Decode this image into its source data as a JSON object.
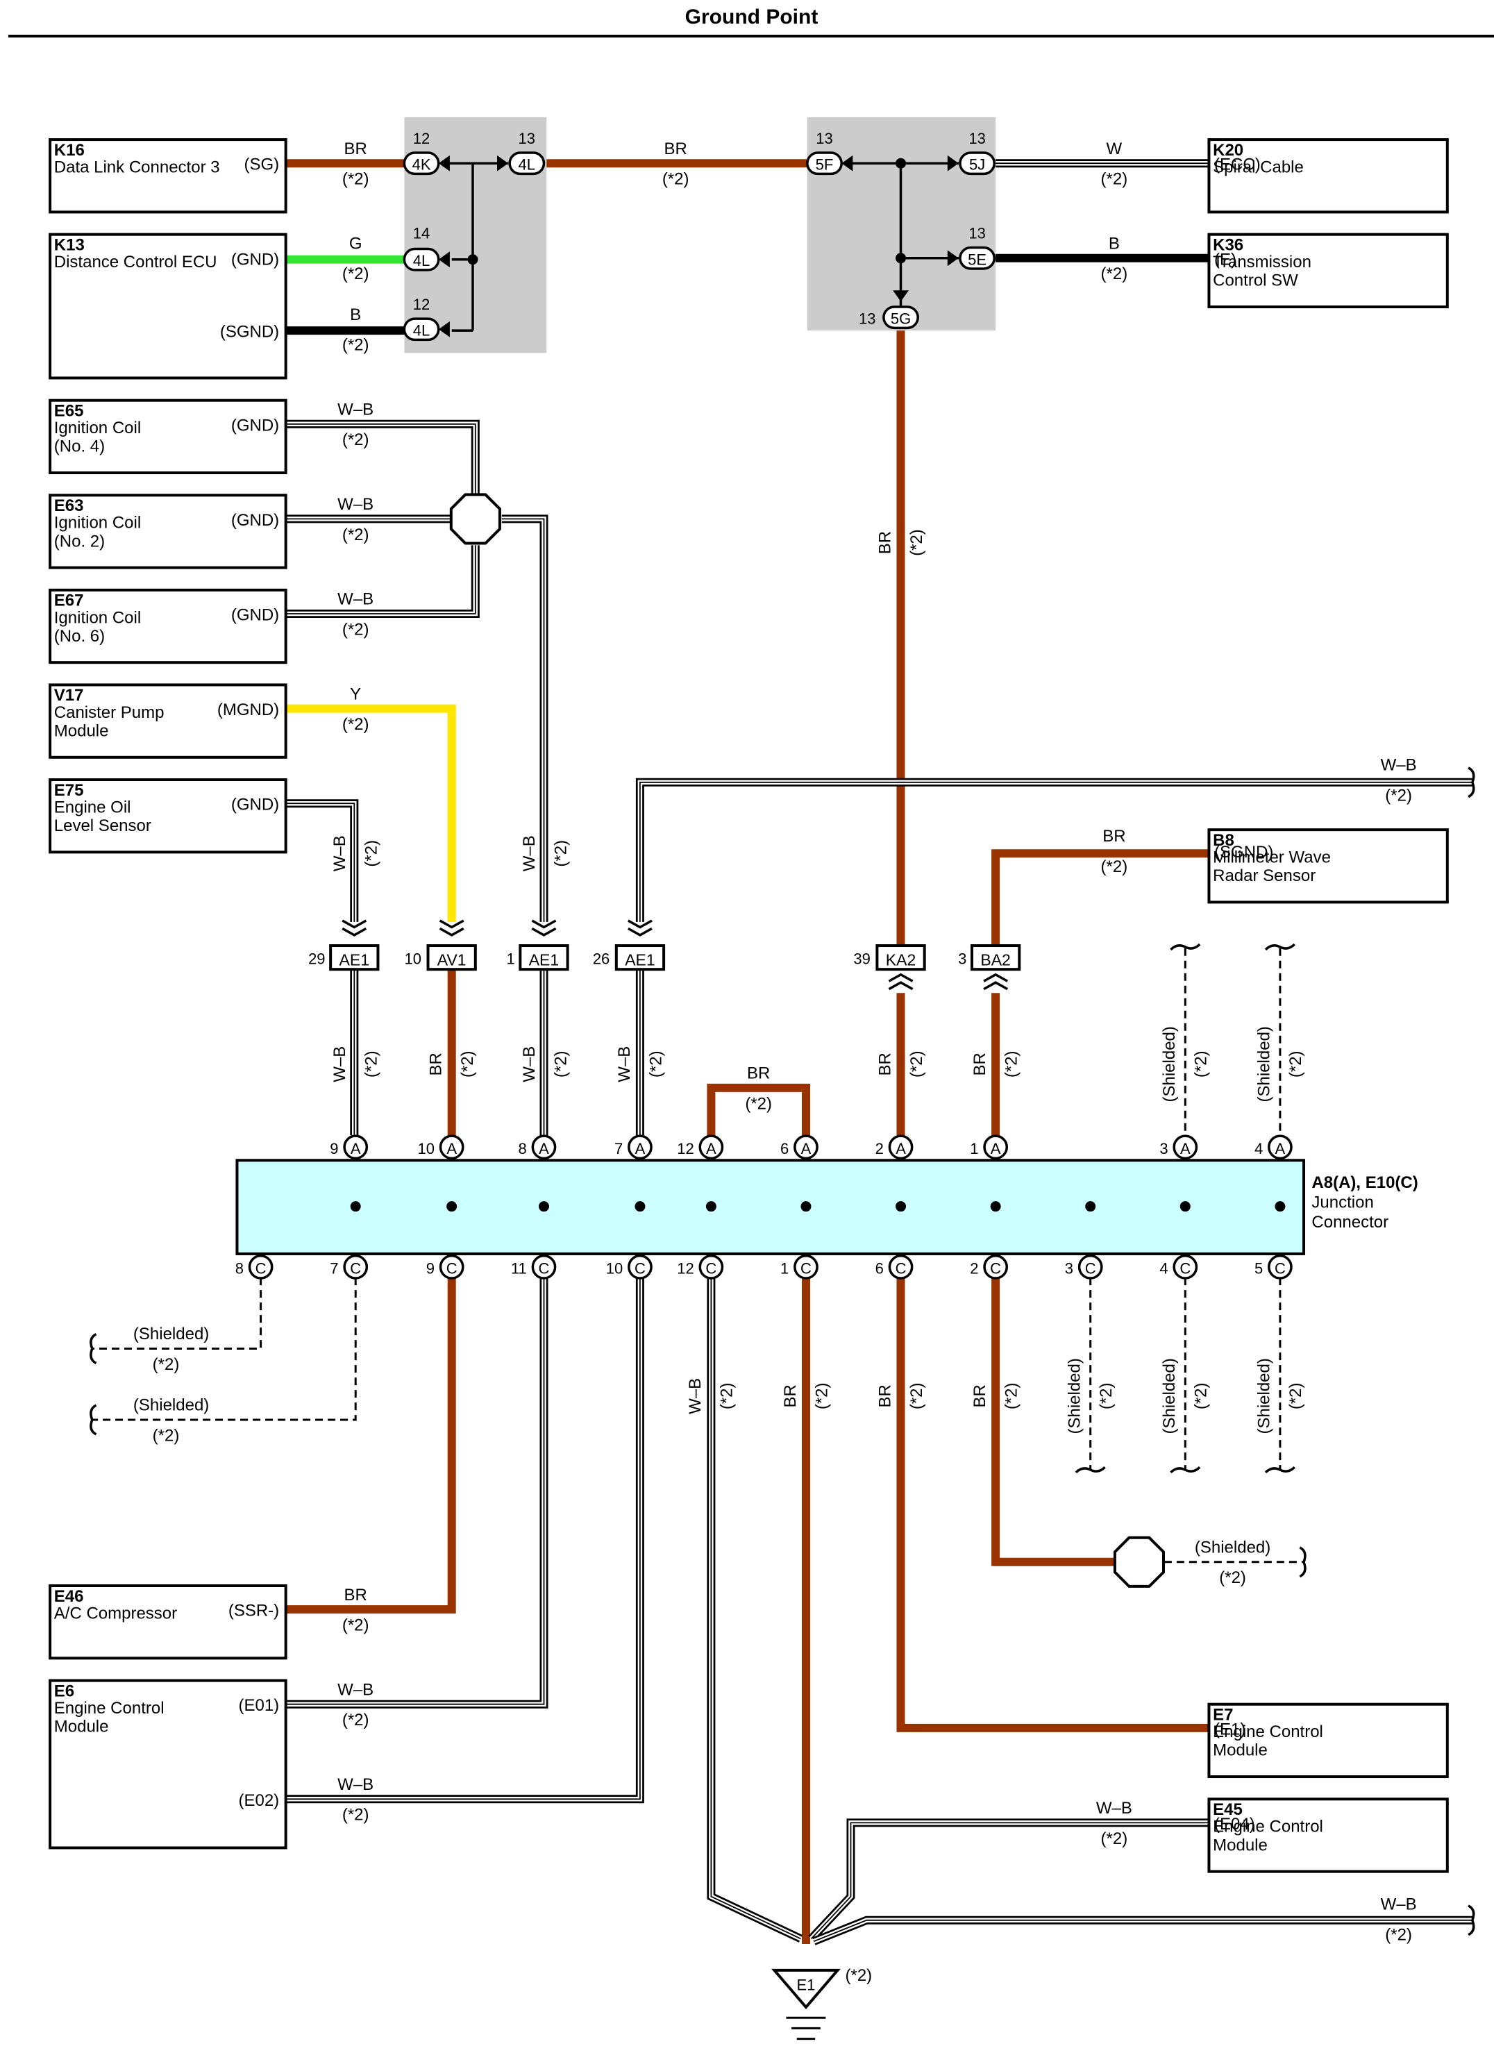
{
  "title": "Ground Point",
  "note": "(*2)",
  "wire_colors": {
    "BR": "#993300",
    "G": "#33e633",
    "B": "#000000",
    "Y": "#ffe600",
    "W": "#ffffff",
    "W-B": "#ffffff",
    "junction_fill": "#ccffff",
    "splice_fill": "#cccccc"
  },
  "components": [
    {
      "id": "K16",
      "name": "Data Link Connector 3",
      "terminals": [
        "(SG)"
      ]
    },
    {
      "id": "K13",
      "name": "Distance Control ECU",
      "terminals": [
        "(GND)",
        "(SGND)"
      ]
    },
    {
      "id": "E65",
      "name": "Ignition Coil (No. 4)",
      "terminals": [
        "(GND)"
      ]
    },
    {
      "id": "E63",
      "name": "Ignition Coil (No. 2)",
      "terminals": [
        "(GND)"
      ]
    },
    {
      "id": "E67",
      "name": "Ignition Coil (No. 6)",
      "terminals": [
        "(GND)"
      ]
    },
    {
      "id": "V17",
      "name": "Canister Pump Module",
      "terminals": [
        "(MGND)"
      ]
    },
    {
      "id": "E75",
      "name": "Engine Oil Level Sensor",
      "terminals": [
        "(GND)"
      ]
    },
    {
      "id": "K20",
      "name": "Spiral Cable",
      "terminals": [
        "(ECC)"
      ]
    },
    {
      "id": "K36",
      "name": "Transmission Control SW",
      "terminals": [
        "(E)"
      ]
    },
    {
      "id": "B8",
      "name": "Millimeter Wave Radar Sensor",
      "terminals": [
        "(SGND)"
      ]
    },
    {
      "id": "E46",
      "name": "A/C Compressor",
      "terminals": [
        "(SSR-)"
      ]
    },
    {
      "id": "E6",
      "name": "Engine Control Module",
      "terminals": [
        "(E01)",
        "(E02)"
      ]
    },
    {
      "id": "E7",
      "name": "Engine Control Module",
      "terminals": [
        "(E1)"
      ]
    },
    {
      "id": "E45",
      "name": "Engine Control Module",
      "terminals": [
        "(E04)"
      ]
    }
  ],
  "junction_connector": {
    "id": "A8(A), E10(C)",
    "name": "Junction Connector"
  },
  "connectors": [
    "4K",
    "4L",
    "5F",
    "5J",
    "5E",
    "5G",
    "AE1",
    "AV1",
    "KA2",
    "BA2"
  ],
  "ground": "E1",
  "shielded_label": "(Shielded)"
}
